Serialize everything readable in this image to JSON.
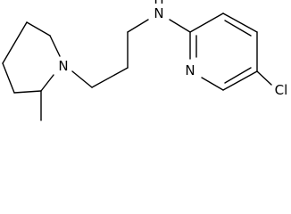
{
  "atoms": {
    "amine_nh": "N",
    "amine_h": "H",
    "pyridine_n": "N",
    "piperidine_n": "N",
    "chlorine": "Cl"
  }
}
